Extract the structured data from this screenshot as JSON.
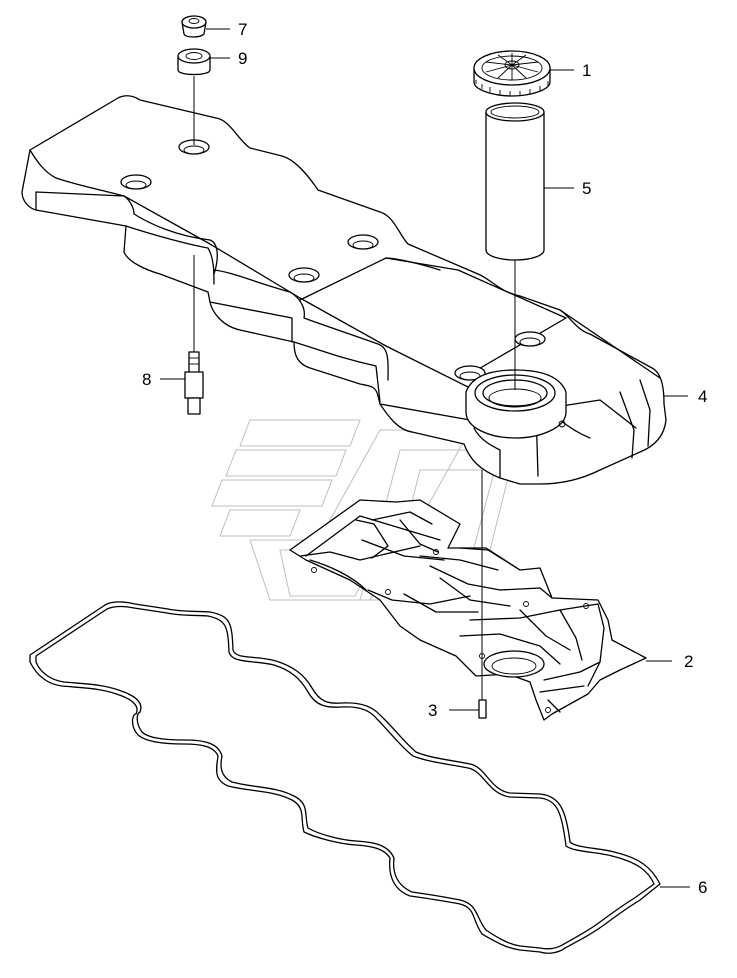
{
  "diagram": {
    "callouts": [
      "1",
      "2",
      "3",
      "4",
      "5",
      "6",
      "7",
      "8",
      "9"
    ]
  }
}
